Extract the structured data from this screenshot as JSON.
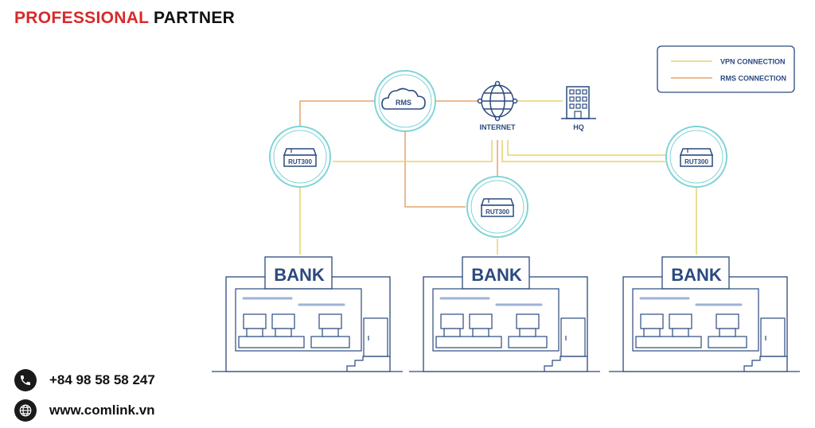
{
  "header": {
    "brand_red": "PROFESSIONAL",
    "brand_black": "PARTNER"
  },
  "legend": {
    "vpn_label": "VPN CONNECTION",
    "rms_label": "RMS CONNECTION"
  },
  "nodes": {
    "rms": "RMS",
    "internet": "INTERNET",
    "hq": "HQ",
    "router_label": "RUT300",
    "bank_label": "BANK"
  },
  "contact": {
    "phone": "+84 98 58 58 247",
    "website": "www.comlink.vn"
  },
  "colors": {
    "vpn": "#e6d36a",
    "rms": "#e6a36a",
    "navy": "#2b4a7e",
    "teal": "#7fd3d6",
    "brand_red": "#d62a2a"
  },
  "icons": [
    "cloud-icon",
    "globe-network-icon",
    "building-icon",
    "router-icon",
    "bank-icon",
    "phone-icon",
    "globe-icon"
  ]
}
